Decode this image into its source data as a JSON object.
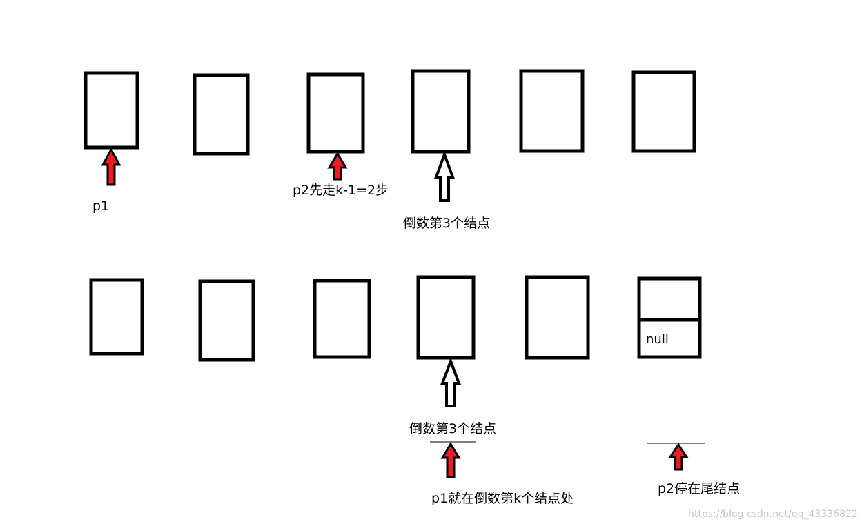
{
  "labels": {
    "p1": "p1",
    "p2_first": "p2先走k-1=2步",
    "target_top": "倒数第3个结点",
    "target_bottom": "倒数第3个结点",
    "null_text": "null",
    "p1_result": "p1就在倒数第k个结点处",
    "p2_result": "p2停在尾结点",
    "watermark": "https://blog.csdn.net/qq_43336822"
  },
  "colors": {
    "box_stroke": "#000000",
    "arrow_fill": "#ed1c24",
    "hollow_arrow_fill": "#ffffff",
    "watermark": "#c8c8c8"
  }
}
